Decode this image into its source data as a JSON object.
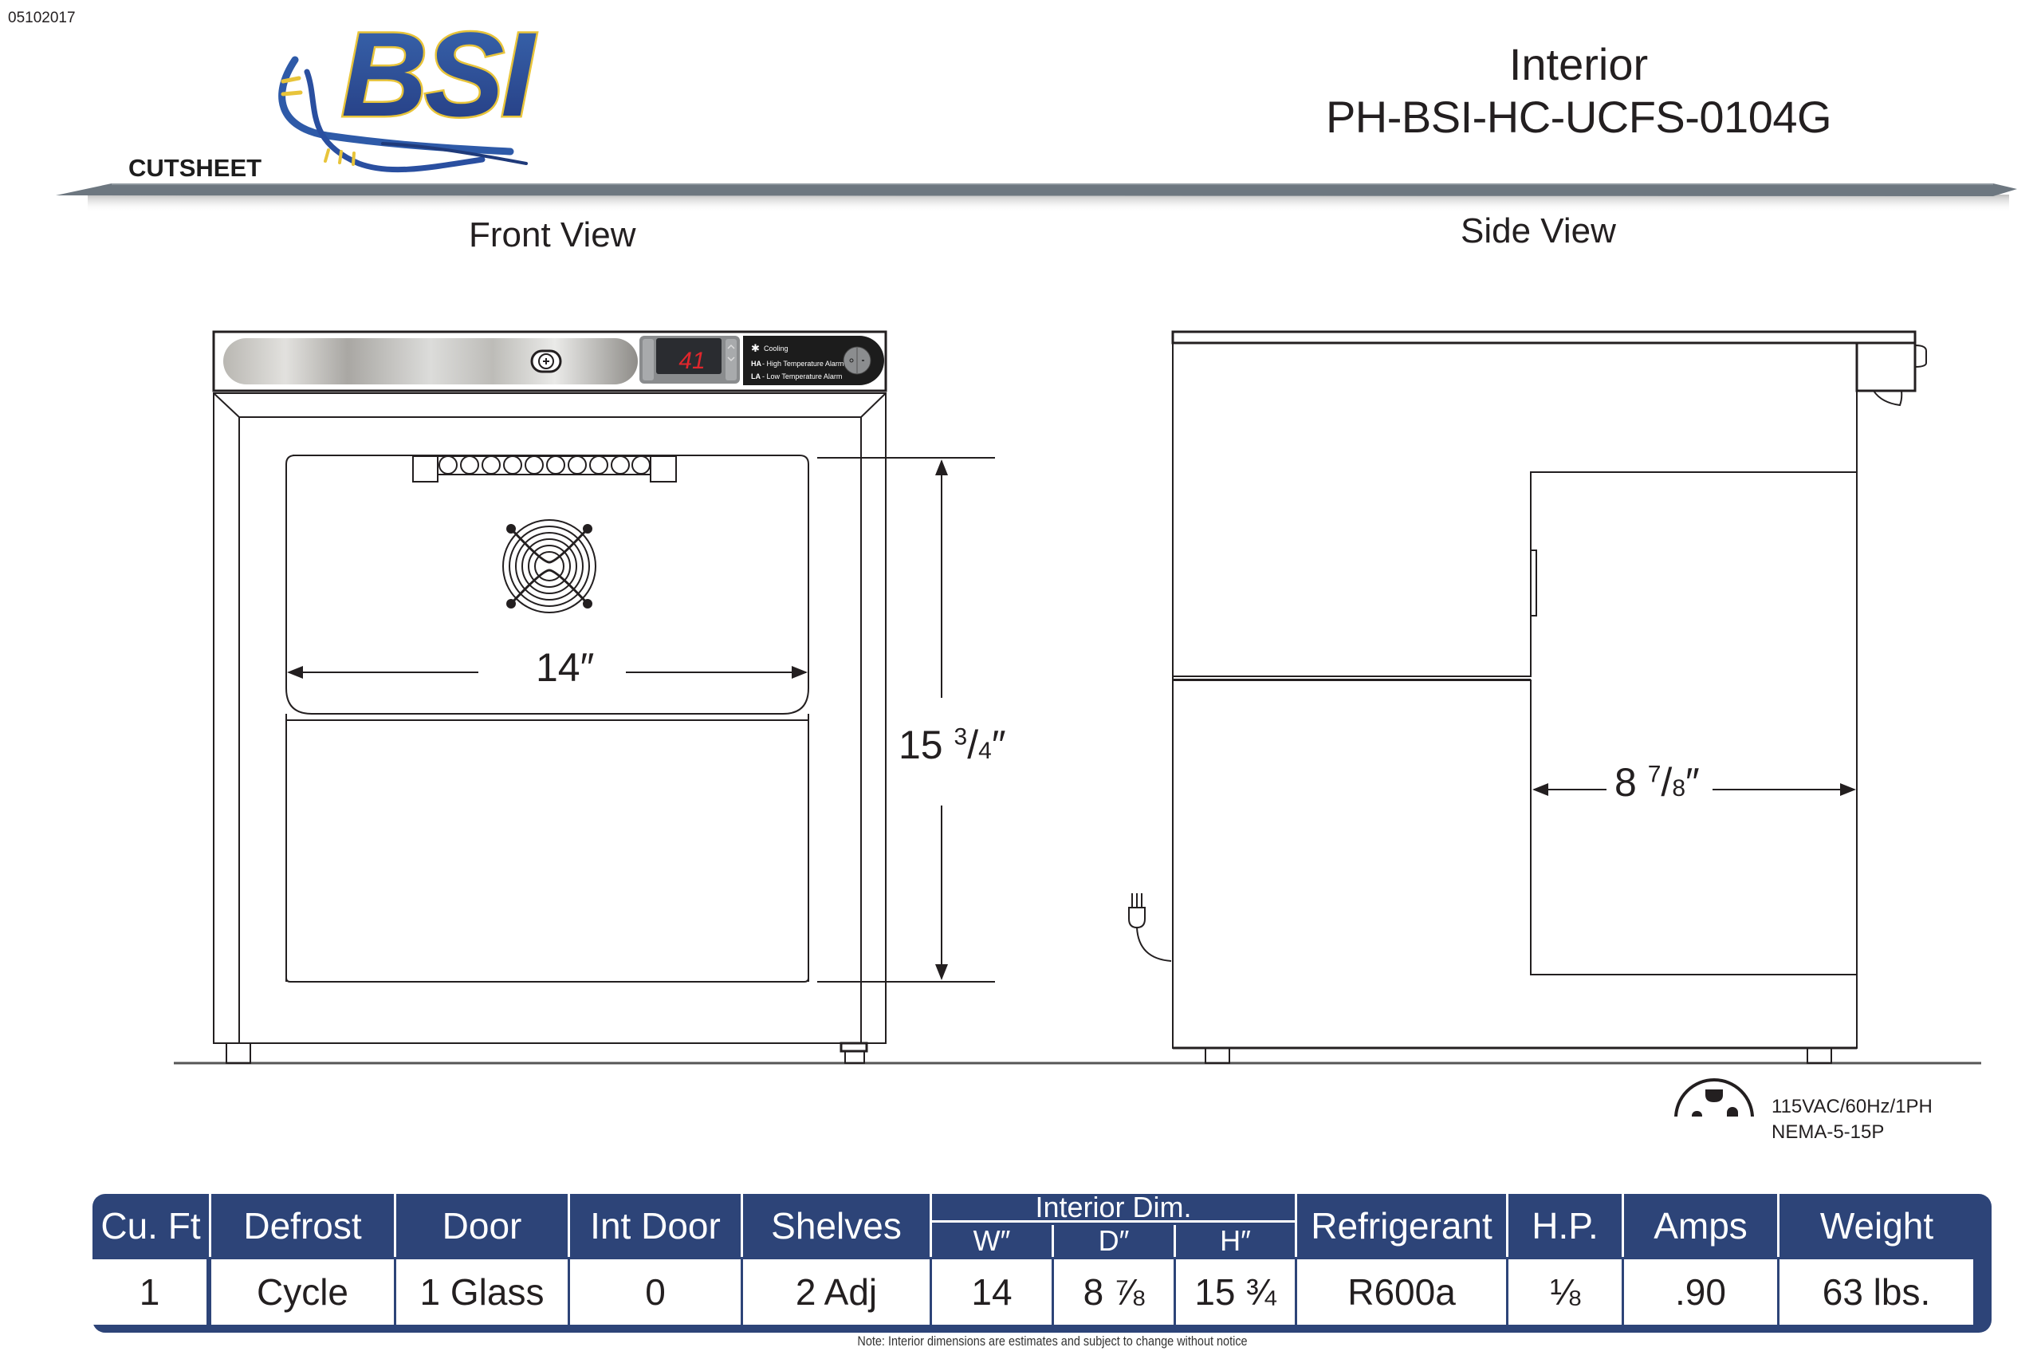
{
  "header": {
    "doc_code": "05102017",
    "brand": "BSI",
    "section_label": "CUTSHEET",
    "title_line1": "Interior",
    "title_line2": "PH-BSI-HC-UCFS-0104G",
    "colors": {
      "brand_blue": "#2d4478",
      "brand_gold": "#e8c43a",
      "bar_gray": "#6d7780"
    }
  },
  "front_view": {
    "label": "Front View",
    "controller": {
      "display_value": "41",
      "legend_cooling": "Cooling",
      "legend_ha_key": "HA",
      "legend_ha_text": " - High Temperature Alarm",
      "legend_la_key": "LA",
      "legend_la_text": " - Low Temperature Alarm"
    },
    "width_dim": {
      "whole": "14",
      "unit": "″"
    },
    "height_dim": {
      "whole": "15",
      "num": "3",
      "den": "4",
      "unit": "″"
    }
  },
  "side_view": {
    "label": "Side View",
    "depth_dim": {
      "whole": "8",
      "num": "7",
      "den": "8",
      "unit": "″"
    }
  },
  "power": {
    "line1": "115VAC/60Hz/1PH",
    "line2": "NEMA-5-15P"
  },
  "spec_table": {
    "headers": {
      "cu_ft": "Cu. Ft",
      "defrost": "Defrost",
      "door": "Door",
      "int_door": "Int Door",
      "shelves": "Shelves",
      "interior_dim": "Interior Dim.",
      "w": "W″",
      "d": "D″",
      "h": "H″",
      "refrigerant": "Refrigerant",
      "hp": "H.P.",
      "amps": "Amps",
      "weight": "Weight"
    },
    "values": {
      "cu_ft": "1",
      "defrost": "Cycle",
      "door": "1 Glass",
      "int_door": "0",
      "shelves": "2 Adj",
      "w": "14",
      "d": "8 ⅞",
      "h": "15 ¾",
      "refrigerant": "R600a",
      "hp": "⅛",
      "amps": ".90",
      "weight": "63 lbs."
    }
  },
  "footer": {
    "note": "Note: Interior dimensions are estimates and subject to change without notice"
  }
}
